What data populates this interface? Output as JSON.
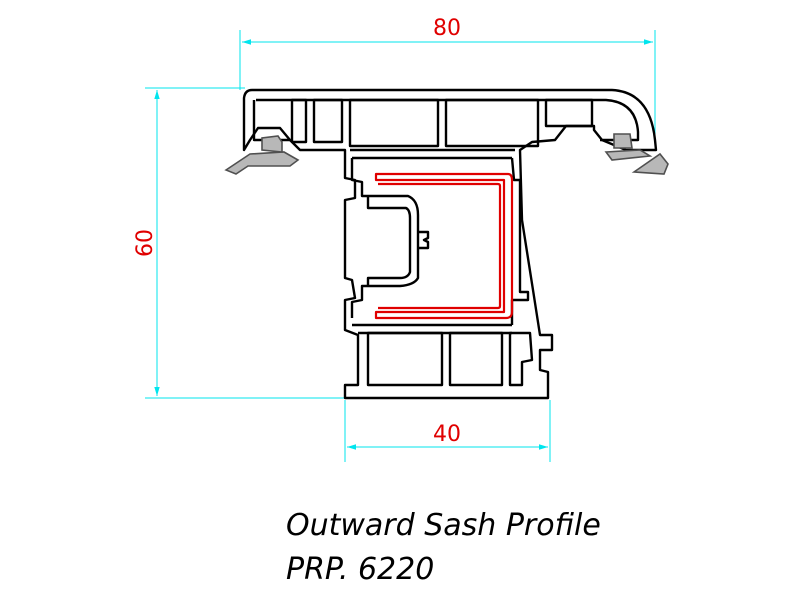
{
  "title": "Outward Sash Profile",
  "code": "PRP. 6220",
  "dimensions": {
    "overall_width": "80",
    "overall_height": "60",
    "base_width": "40"
  },
  "colors": {
    "profile": "#000000",
    "reinforcement": "#e00000",
    "dimension_line": "#00e5ee",
    "dimension_text": "#e00000",
    "gasket": "#808080"
  }
}
